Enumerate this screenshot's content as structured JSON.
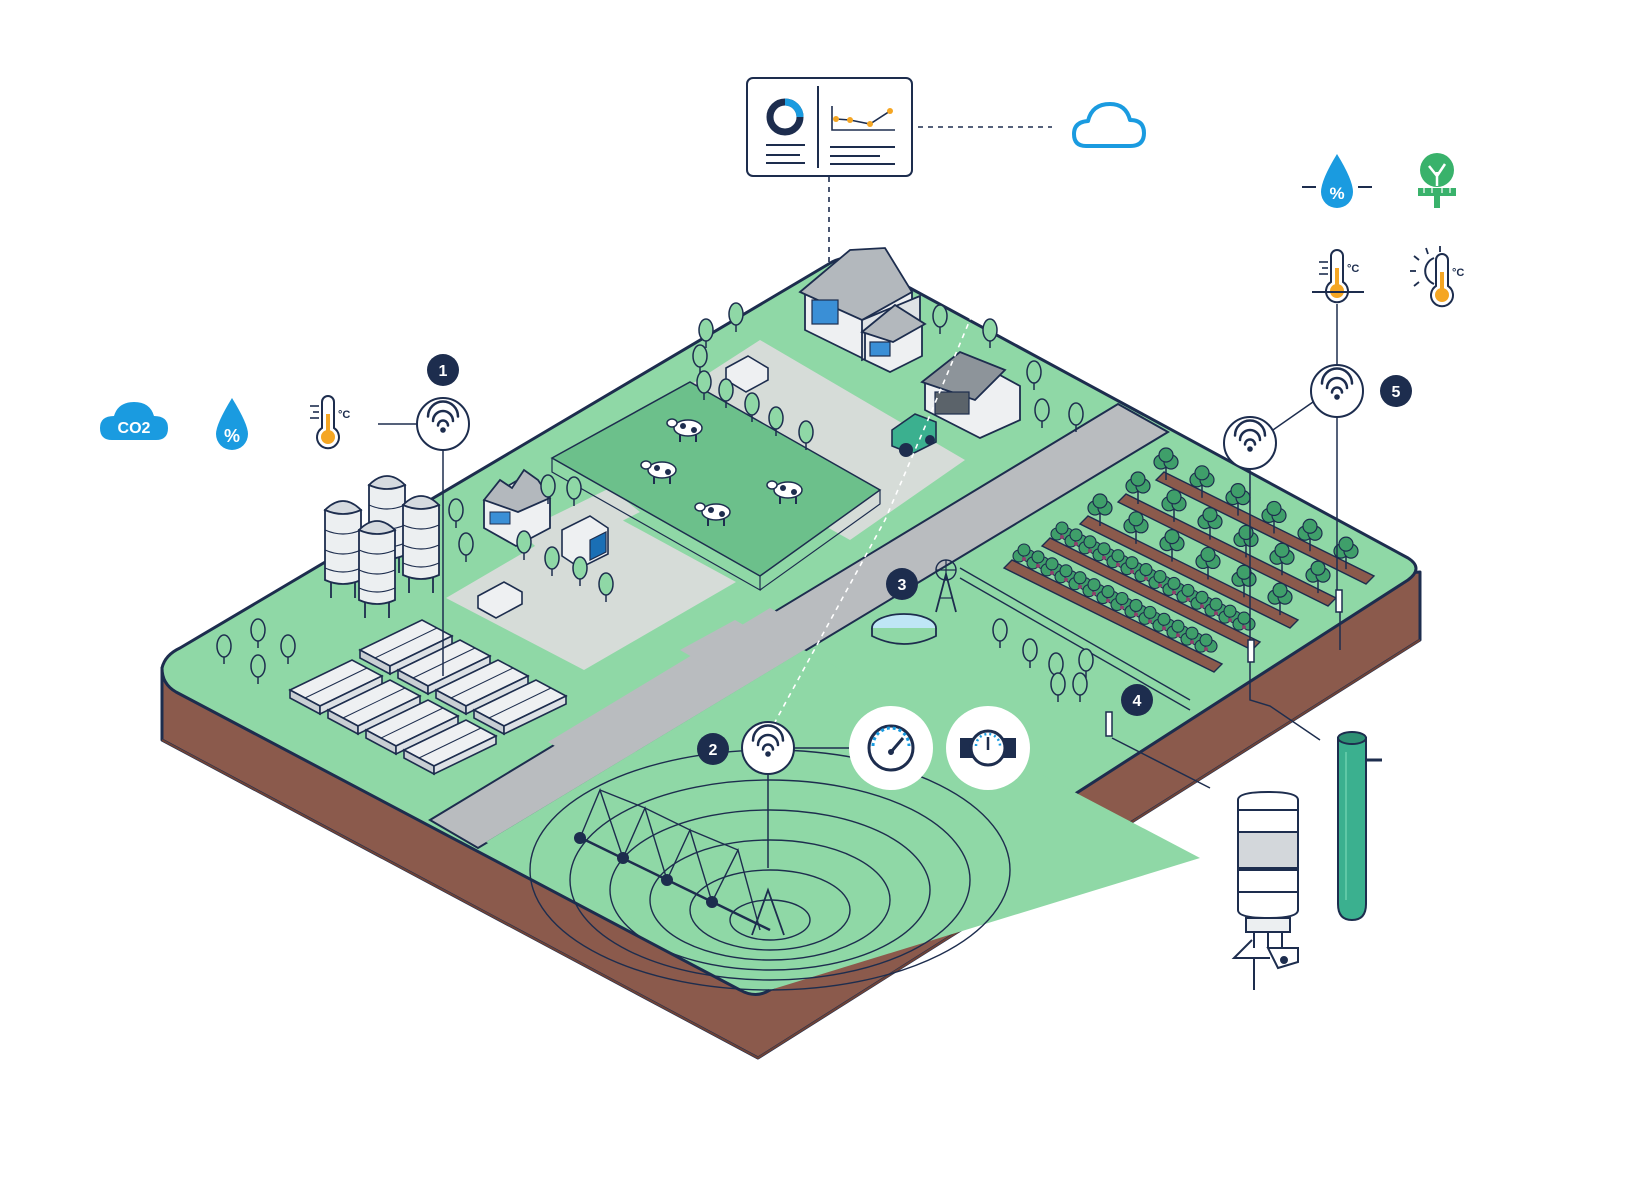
{
  "colors": {
    "navy": "#1d2d4e",
    "grass": "#8fd8a6",
    "grass_dark": "#6cc08b",
    "soil": "#8b5a4c",
    "road": "#b9bcbf",
    "yard": "#d6dcd8",
    "blue": "#1a9be0",
    "orange": "#f5a623",
    "green_icon": "#39b26b",
    "teal": "#3bb08f"
  },
  "badges": [
    {
      "id": "1",
      "label": "1"
    },
    {
      "id": "2",
      "label": "2"
    },
    {
      "id": "3",
      "label": "3"
    },
    {
      "id": "4",
      "label": "4"
    },
    {
      "id": "5",
      "label": "5"
    }
  ],
  "icons": {
    "co2": {
      "name": "co2-cloud-icon",
      "label": "CO2"
    },
    "humidity": {
      "name": "humidity-drop-icon",
      "label": "%"
    },
    "temperature": {
      "name": "thermometer-icon",
      "unit": "°C"
    },
    "soil_moisture": {
      "name": "soil-moisture-drop-icon",
      "label": "%"
    },
    "plant_growth": {
      "name": "plant-growth-icon"
    },
    "soil_temperature": {
      "name": "soil-thermometer-icon",
      "unit": "°C"
    },
    "air_temperature": {
      "name": "sun-thermometer-icon",
      "unit": "°C"
    },
    "pressure_gauge": {
      "name": "pressure-gauge-icon"
    },
    "flow_meter": {
      "name": "water-flow-meter-icon"
    },
    "cloud": {
      "name": "cloud-icon"
    },
    "dashboard": {
      "name": "dashboard-icon"
    },
    "wireless": {
      "name": "wireless-icon"
    }
  }
}
